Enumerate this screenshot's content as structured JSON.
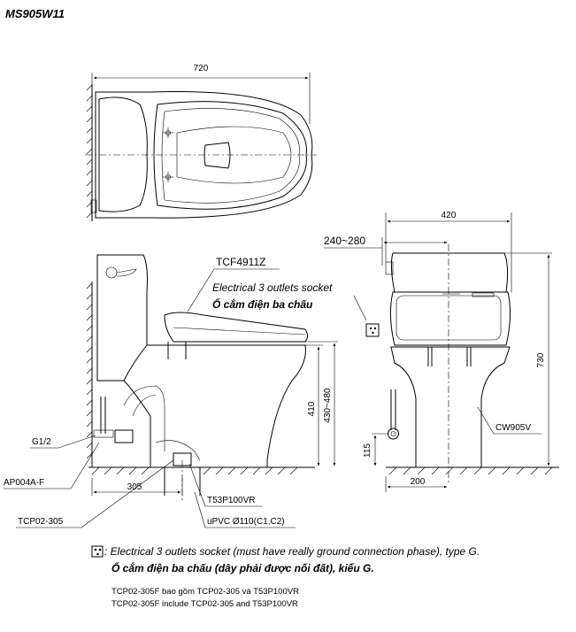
{
  "model": "MS905W11",
  "dimensions": {
    "top_width": "720",
    "front_width": "420",
    "outlet_offset": "240~280",
    "front_height": "730",
    "side_height": "410",
    "seat_height_range": "430~480",
    "supply_height": "115",
    "front_base": "200",
    "rough_in": "305"
  },
  "labels": {
    "seat_model": "TCF4911Z",
    "socket_en": "Electrical 3 outlets socket",
    "socket_vi": "Ổ cắm điện ba chấu",
    "supply": "G1/2",
    "valve": "AP004A-F",
    "flange": "TCP02-305",
    "drain_part": "T53P100VR",
    "pipe": "uPVC Ø110(C1,C2)",
    "bowl": "CW905V"
  },
  "notes": {
    "socket_note_en": ": Electrical 3 outlets socket (must have really ground connection phase), type G.",
    "socket_note_vi": "Ổ cắm điện ba chấu (dây phải được nối đất), kiểu G.",
    "kit_vi": "TCP02-305F bao gồm TCP02-305 và T53P100VR",
    "kit_en": "TCP02-305F include TCP02-305 and T53P100VR"
  },
  "icons": {
    "socket": "socket-icon"
  }
}
